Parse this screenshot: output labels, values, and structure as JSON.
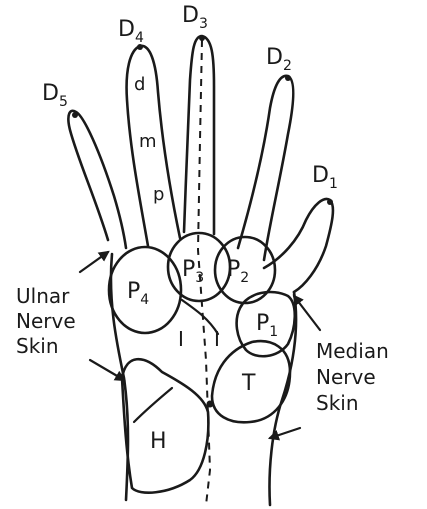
{
  "fingers": {
    "d1": {
      "letter": "D",
      "num": "1"
    },
    "d2": {
      "letter": "D",
      "num": "2"
    },
    "d3": {
      "letter": "D",
      "num": "3"
    },
    "d4": {
      "letter": "D",
      "num": "4"
    },
    "d5": {
      "letter": "D",
      "num": "5"
    }
  },
  "phalanges": {
    "distal": "d",
    "middle": "m",
    "proximal": "p"
  },
  "pads": {
    "p1": {
      "letter": "P",
      "num": "1"
    },
    "p2": {
      "letter": "P",
      "num": "2"
    },
    "p3": {
      "letter": "P",
      "num": "3"
    },
    "p4": {
      "letter": "P",
      "num": "4"
    },
    "interdigital_left": "I",
    "interdigital_right": "I",
    "thenar": "T",
    "hypothenar": "H"
  },
  "nerve_labels": {
    "ulnar": [
      "Ulnar",
      "Nerve",
      "Skin"
    ],
    "median": [
      "Median",
      "Nerve",
      "Skin"
    ]
  }
}
